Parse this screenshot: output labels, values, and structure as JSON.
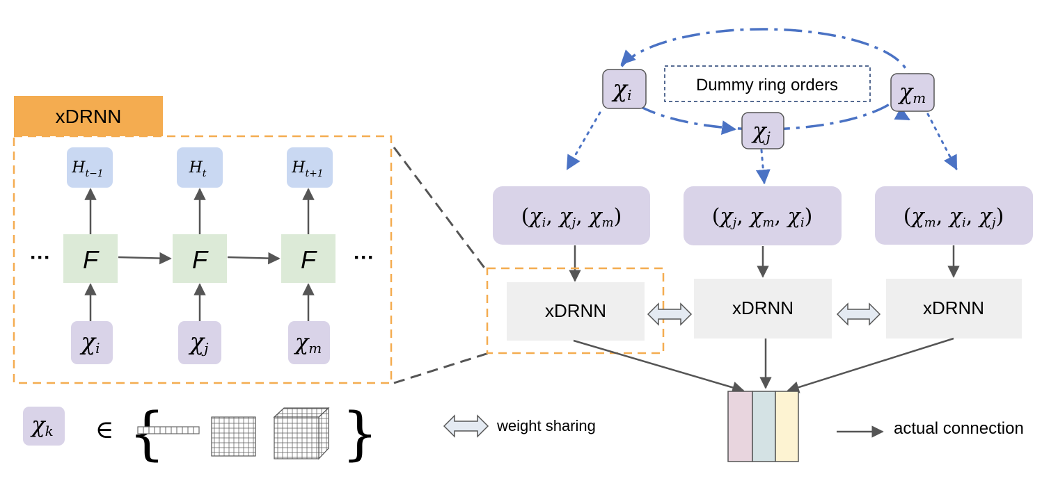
{
  "xdrnn_panel": {
    "title": "xDRNN",
    "outputs": [
      {
        "base": "H",
        "sub": "t−1"
      },
      {
        "base": "H",
        "sub": "t"
      },
      {
        "base": "H",
        "sub": "t+1"
      }
    ],
    "cell_label": "F",
    "ellipsis_left": "···",
    "ellipsis_right": "···",
    "inputs": [
      {
        "base": "χ",
        "sub": "i"
      },
      {
        "base": "χ",
        "sub": "j"
      },
      {
        "base": "χ",
        "sub": "m"
      }
    ]
  },
  "legend_bottom": {
    "symbol": {
      "base": "χ",
      "sub": "k"
    },
    "element_of": "∈",
    "open_brace": "{",
    "close_brace": "}"
  },
  "ring": {
    "label": "Dummy ring orders",
    "nodes": [
      {
        "base": "χ",
        "sub": "i"
      },
      {
        "base": "χ",
        "sub": "j"
      },
      {
        "base": "χ",
        "sub": "m"
      }
    ]
  },
  "orders": [
    {
      "open": "(",
      "items": [
        {
          "base": "χ",
          "sub": "i"
        },
        {
          "base": "χ",
          "sub": "j"
        },
        {
          "base": "χ",
          "sub": "m"
        }
      ],
      "close": ")"
    },
    {
      "open": "(",
      "items": [
        {
          "base": "χ",
          "sub": "j"
        },
        {
          "base": "χ",
          "sub": "m"
        },
        {
          "base": "χ",
          "sub": "i"
        }
      ],
      "close": ")"
    },
    {
      "open": "(",
      "items": [
        {
          "base": "χ",
          "sub": "m"
        },
        {
          "base": "χ",
          "sub": "i"
        },
        {
          "base": "χ",
          "sub": "j"
        }
      ],
      "close": ")"
    }
  ],
  "models": [
    "xDRNN",
    "xDRNN",
    "xDRNN"
  ],
  "legend": {
    "weight_sharing": "weight sharing",
    "actual_connection": "actual connection"
  },
  "colors": {
    "orange": "#F4AC50",
    "lavender": "#D9D3E8",
    "light_blue": "#C9D8F2",
    "light_green": "#DCEAD7",
    "gray_box": "#EFEFEF",
    "ring_blue": "#4A72C4",
    "arrow_gray": "#555555",
    "bar_pink": "#E8D5DE",
    "bar_teal": "#D4E2E4",
    "bar_yellow": "#FDF3D2"
  }
}
